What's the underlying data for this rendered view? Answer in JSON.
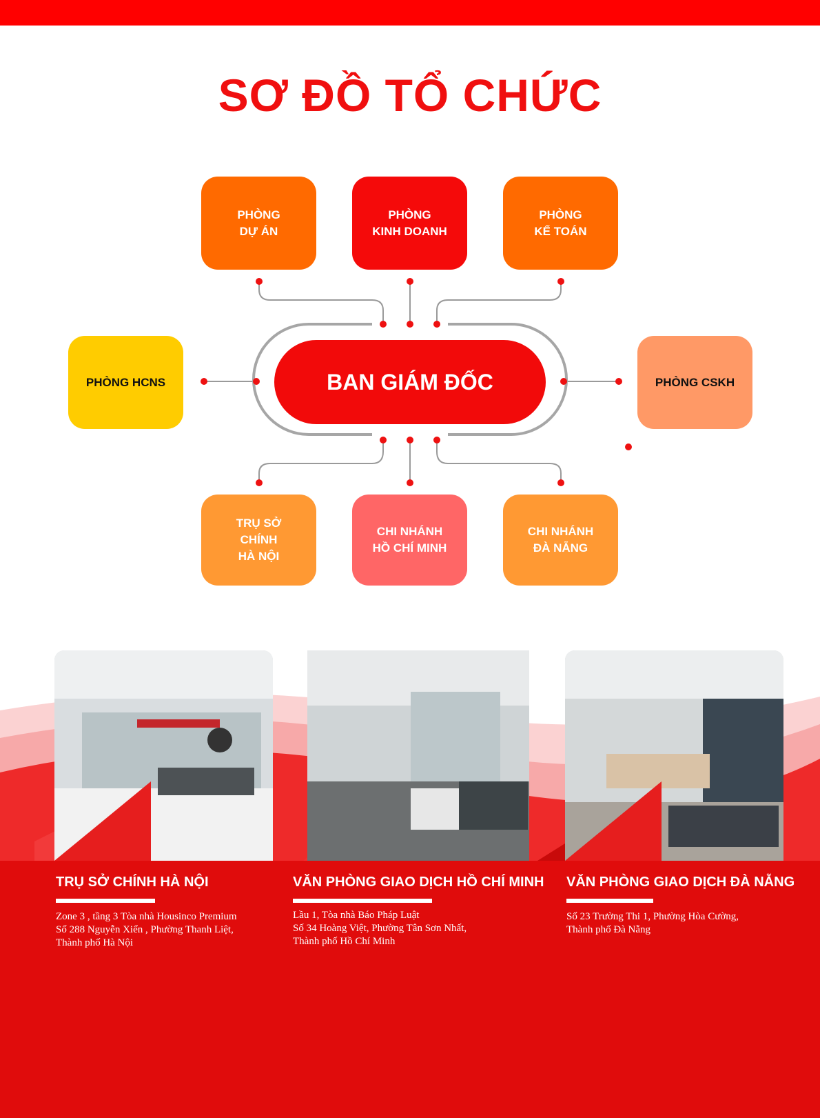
{
  "title": "SƠ ĐỒ TỔ CHỨC",
  "org_chart": {
    "center": "BAN GIÁM ĐỐC",
    "top": [
      {
        "label": "PHÒNG\nDỰ ÁN",
        "color": "#ff6a00"
      },
      {
        "label": "PHÒNG\nKINH DOANH",
        "color": "#f50a0a"
      },
      {
        "label": "PHÒNG\nKẾ TOÁN",
        "color": "#ff6a00"
      }
    ],
    "left": {
      "label": "PHÒNG HCNS",
      "color": "#ffcc00",
      "text_color": "#111111"
    },
    "right": {
      "label": "PHÒNG CSKH",
      "color": "#ff9966",
      "text_color": "#111111"
    },
    "bottom": [
      {
        "label": "TRỤ SỞ\nCHÍNH\nHÀ NỘI",
        "color": "#ff9933"
      },
      {
        "label": "CHI NHÁNH\nHỒ CHÍ MINH",
        "color": "#ff6666"
      },
      {
        "label": "CHI NHÁNH\nĐÀ NẴNG",
        "color": "#ff9933"
      }
    ]
  },
  "offices": [
    {
      "title": "TRỤ SỞ CHÍNH HÀ NỘI",
      "address": "Zone 3 , tầng 3 Tòa nhà Housinco Premium\nSố 288 Nguyễn Xiển , Phường Thanh Liệt,\nThành phố Hà Nội"
    },
    {
      "title": "VĂN PHÒNG GIAO DỊCH HỒ CHÍ MINH",
      "address": "Lầu 1, Tòa nhà Báo Pháp Luật\nSố 34 Hoàng Việt, Phường Tân Sơn Nhất,\nThành phố Hồ Chí Minh"
    },
    {
      "title": "VĂN PHÒNG GIAO DỊCH ĐÀ NẴNG",
      "address": "Số 23 Trường Thi 1, Phường Hòa Cường,\nThành phố Đà Nẵng"
    }
  ],
  "colors": {
    "brand_red": "#ff0000",
    "title_red": "#f00f0f",
    "connector_gray": "#9a9a9a",
    "dot_red": "#ee1111"
  }
}
